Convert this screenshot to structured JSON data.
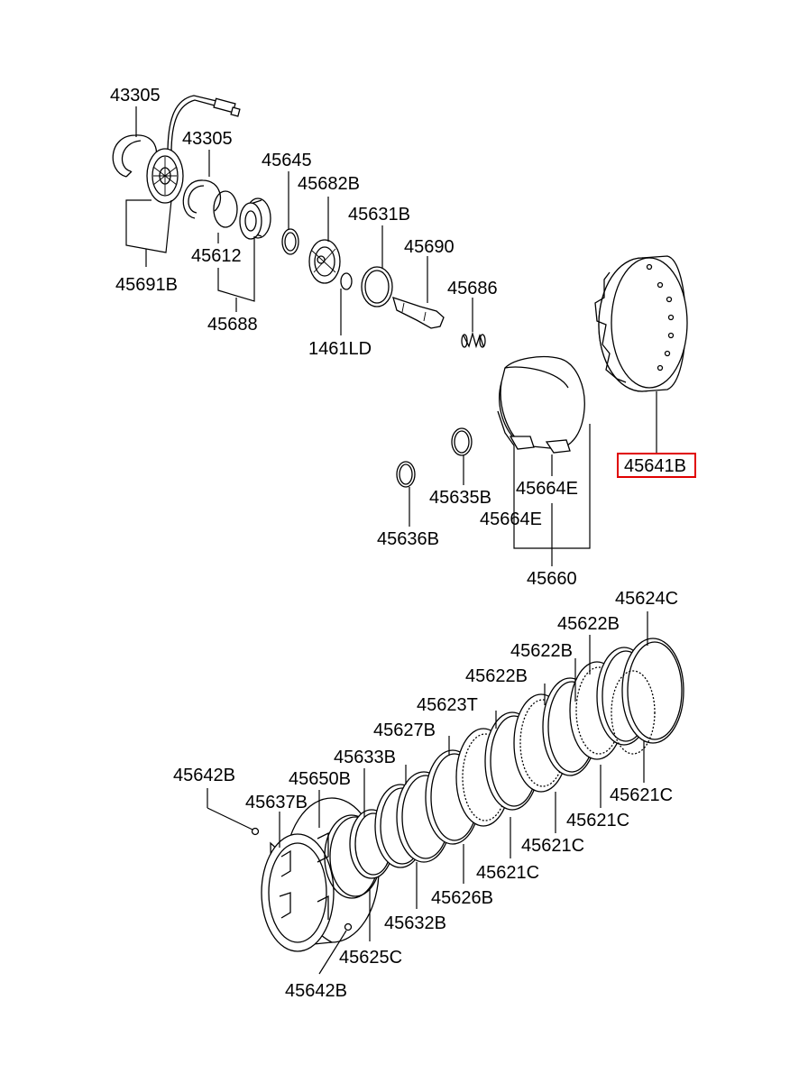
{
  "highlight_color": "#e00000",
  "labels": {
    "p43305_a": "43305",
    "p43305_b": "43305",
    "p45645": "45645",
    "p45682B": "45682B",
    "p45631B": "45631B",
    "p45690": "45690",
    "p45686": "45686",
    "p45612": "45612",
    "p45691B": "45691B",
    "p45688": "45688",
    "p1461LD": "1461LD",
    "p45641B": "45641B",
    "p45635B": "45635B",
    "p45664E_a": "45664E",
    "p45664E_b": "45664E",
    "p45636B": "45636B",
    "p45660": "45660",
    "p45624C": "45624C",
    "p45622B_a": "45622B",
    "p45622B_b": "45622B",
    "p45622B_c": "45622B",
    "p45623T": "45623T",
    "p45627B": "45627B",
    "p45633B": "45633B",
    "p45650B": "45650B",
    "p45642B_a": "45642B",
    "p45637B": "45637B",
    "p45621C_a": "45621C",
    "p45621C_b": "45621C",
    "p45621C_c": "45621C",
    "p45621C_d": "45621C",
    "p45626B": "45626B",
    "p45632B": "45632B",
    "p45625C": "45625C",
    "p45642B_b": "45642B"
  }
}
